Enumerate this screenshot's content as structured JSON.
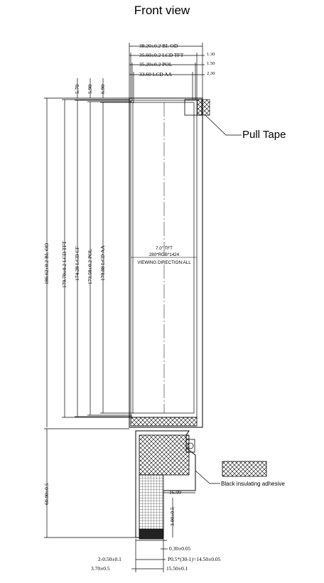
{
  "title": "Front view",
  "top_dims": [
    {
      "label": "38.20±0.2 BL OD"
    },
    {
      "label": "35.60±0.2 LCD TFT",
      "side": "1.30"
    },
    {
      "label": "35.20±0.2 POL",
      "side": "1.50"
    },
    {
      "label": "33.60 LCD AA",
      "side": "2.30"
    }
  ],
  "left_offsets": [
    "5.70",
    "5.90",
    "6.90"
  ],
  "left_dims": [
    "186.62±0.2 BL OD",
    "179.70±0.2 LCD TFT",
    "174.28 LCD CF",
    "173.58±0.2 POL",
    "170.88 LCD AA",
    "60.00±0.5"
  ],
  "panel_label": {
    "line1": "7.0\" TFT",
    "line2": "280*RGB*1424",
    "line3": "VIEWING DIRECTION:ALL"
  },
  "callouts": {
    "pull_tape": "Pull Tape",
    "adhesive": "Black insulating adhesive"
  },
  "fpc_dims": {
    "width": "16.99",
    "height": "3.00±0.5",
    "thickness": "0.30±0.05",
    "pitch": "P0.5*(30-1)=14.50±0.05",
    "lead": "2-0.50±0.1",
    "offset": "3.70±0.5",
    "total": "15.50±0.1"
  }
}
